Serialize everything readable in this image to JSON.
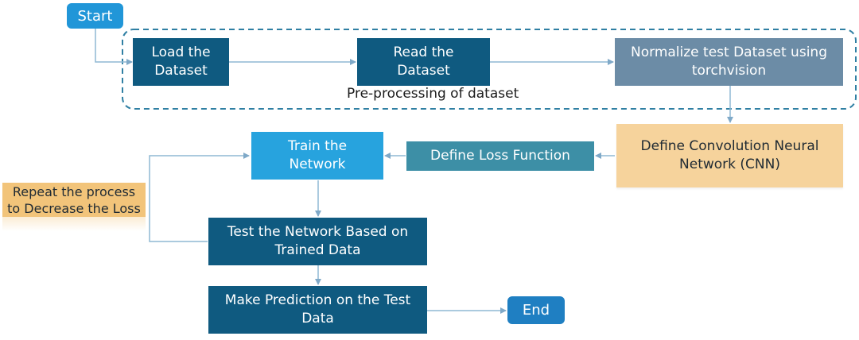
{
  "flowchart": {
    "start": "Start",
    "load_dataset": "Load the Dataset",
    "read_dataset": "Read the Dataset",
    "normalize": "Normalize test Dataset using torchvision",
    "group_caption": "Pre-processing of dataset",
    "define_cnn": "Define Convolution Neural Network (CNN)",
    "define_loss": "Define Loss Function",
    "train_network": "Train the Network",
    "test_network": "Test the Network Based on Trained Data",
    "make_prediction": "Make Prediction on the Test Data",
    "end": "End",
    "repeat_note": "Repeat the process to Decrease the Loss"
  },
  "colors": {
    "dark_box": "#0f5a80",
    "grey_box": "#6c8ca6",
    "light_box": "#27a3de",
    "teal_box": "#3d8fa6",
    "cnn_box": "#f6d39c",
    "note_box": "#f2c47a",
    "dashed_border": "#2f7fa3",
    "connector": "#8fb8d4"
  }
}
